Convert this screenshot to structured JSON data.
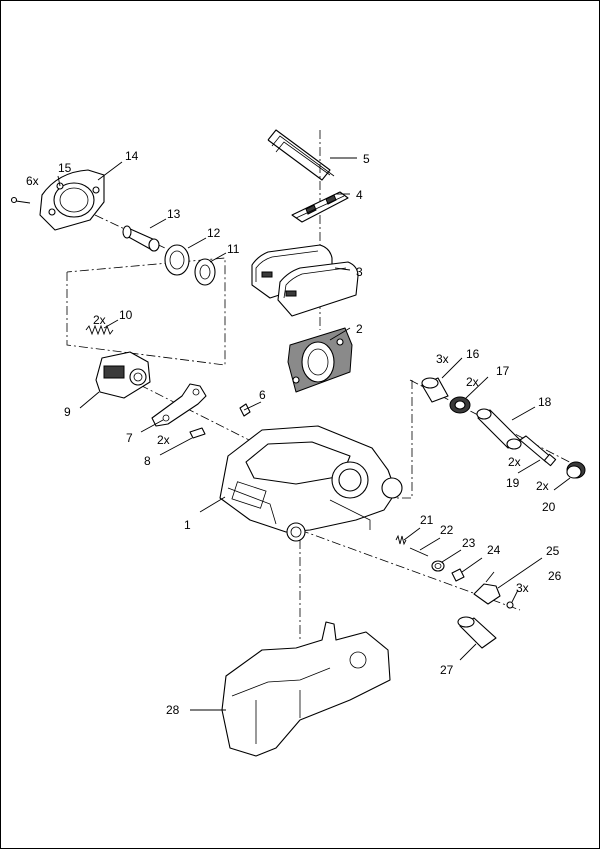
{
  "callouts": [
    {
      "id": "c1",
      "text": "1"
    },
    {
      "id": "c2",
      "text": "2"
    },
    {
      "id": "c3",
      "text": "3"
    },
    {
      "id": "c4",
      "text": "4"
    },
    {
      "id": "c5",
      "text": "5"
    },
    {
      "id": "c6",
      "text": "6"
    },
    {
      "id": "c7",
      "text": "7"
    },
    {
      "id": "c8",
      "text": "8"
    },
    {
      "id": "c9",
      "text": "9"
    },
    {
      "id": "c10",
      "text": "10"
    },
    {
      "id": "c11",
      "text": "11"
    },
    {
      "id": "c12",
      "text": "12"
    },
    {
      "id": "c13",
      "text": "13"
    },
    {
      "id": "c14",
      "text": "14"
    },
    {
      "id": "c15",
      "text": "15"
    },
    {
      "id": "c16",
      "text": "16"
    },
    {
      "id": "c17",
      "text": "17"
    },
    {
      "id": "c18",
      "text": "18"
    },
    {
      "id": "c19",
      "text": "19"
    },
    {
      "id": "c20",
      "text": "20"
    },
    {
      "id": "c21",
      "text": "21"
    },
    {
      "id": "c22",
      "text": "22"
    },
    {
      "id": "c23",
      "text": "23"
    },
    {
      "id": "c24",
      "text": "24"
    },
    {
      "id": "c25",
      "text": "25"
    },
    {
      "id": "c26",
      "text": "26"
    },
    {
      "id": "c27",
      "text": "27"
    },
    {
      "id": "c28",
      "text": "28"
    }
  ],
  "quantities": [
    {
      "id": "q15",
      "text": "6x"
    },
    {
      "id": "q10",
      "text": "2x"
    },
    {
      "id": "q8",
      "text": "2x"
    },
    {
      "id": "q16",
      "text": "3x"
    },
    {
      "id": "q17",
      "text": "2x"
    },
    {
      "id": "q19",
      "text": "2x"
    },
    {
      "id": "q20",
      "text": "2x"
    },
    {
      "id": "q26",
      "text": "3x"
    }
  ]
}
